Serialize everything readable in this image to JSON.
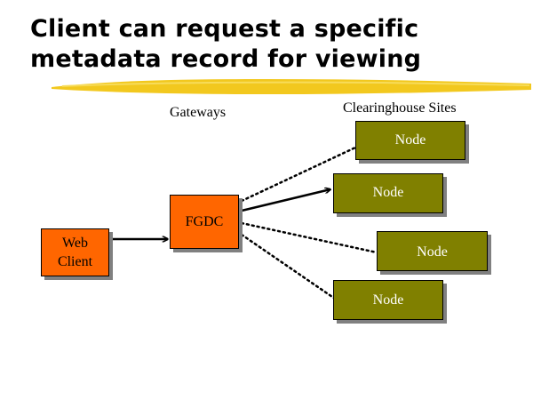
{
  "slide": {
    "title_line1": "Client can request a specific",
    "title_line2": "metadata record for viewing"
  },
  "labels": {
    "gateways": "Gateways",
    "clearinghouse": "Clearinghouse Sites"
  },
  "boxes": {
    "web_client_line1": "Web",
    "web_client_line2": "Client",
    "fgdc": "FGDC",
    "node1": "Node",
    "node2": "Node",
    "node3": "Node",
    "node4": "Node"
  },
  "colors": {
    "node_fill": "#808000",
    "orange_fill": "#ff6600",
    "underline_yellow": "#f2c81e",
    "shadow": "#808080"
  },
  "connections": [
    {
      "from": "web-client",
      "to": "fgdc",
      "style": "solid-arrow"
    },
    {
      "from": "fgdc",
      "to": "node-1",
      "style": "dotted"
    },
    {
      "from": "fgdc",
      "to": "node-2",
      "style": "solid-arrow"
    },
    {
      "from": "fgdc",
      "to": "node-3",
      "style": "dotted"
    },
    {
      "from": "fgdc",
      "to": "node-4",
      "style": "dotted"
    }
  ]
}
